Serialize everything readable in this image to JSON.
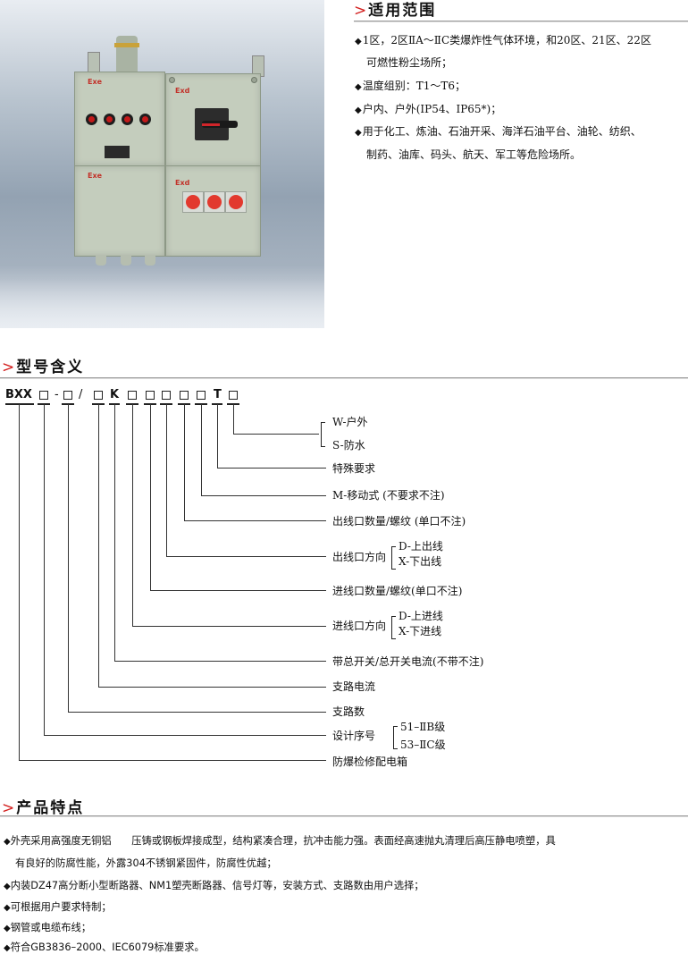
{
  "photo": {
    "alt": "防爆检修配电箱 product photo",
    "labels": [
      "Exe",
      "Exd",
      "Exe",
      "Exd"
    ]
  },
  "scope": {
    "title": "适用范围",
    "bullet_icon": "◆",
    "items": [
      {
        "line1": "1区，2区ⅡA～ⅡC类爆炸性气体环境，和20区、21区、22区",
        "line2": "可燃性粉尘场所；"
      },
      {
        "line1": "温度组别：T1～T6；",
        "line2": ""
      },
      {
        "line1": "户内、户外(IP54、IP65*)；",
        "line2": ""
      },
      {
        "line1": "用于化工、炼油、石油开采、海洋石油平台、油轮、纺织、",
        "line2": "制药、油库、码头、航天、军工等危险场所。"
      }
    ]
  },
  "model": {
    "title": "型号含义",
    "code_parts": [
      "BXX",
      "□",
      "-",
      "□",
      "/",
      "□",
      "K",
      "□",
      "□",
      "□",
      "□",
      "□",
      "T",
      "□"
    ],
    "prefix": "BXX",
    "k": "K",
    "t": "T",
    "dash": "-",
    "slash": "/",
    "labels": [
      {
        "text": "W-户外"
      },
      {
        "text": "S-防水"
      },
      {
        "text": "特殊要求"
      },
      {
        "text": "M-移动式 (不要求不注)"
      },
      {
        "text": "出线口数量/螺纹 (单口不注)"
      },
      {
        "text": "出线口方向",
        "options": [
          "D-上出线",
          "X-下出线"
        ]
      },
      {
        "text": "进线口数量/螺纹(单口不注)"
      },
      {
        "text": "进线口方向",
        "options": [
          "D-上进线",
          "X-下进线"
        ]
      },
      {
        "text": "带总开关/总开关电流(不带不注)"
      },
      {
        "text": "支路电流"
      },
      {
        "text": "支路数"
      },
      {
        "text": "设计序号",
        "options": [
          "51–ⅡB级",
          "53–ⅡC级"
        ]
      },
      {
        "text": "防爆检修配电箱"
      }
    ]
  },
  "features": {
    "title": "产品特点",
    "bullet_icon": "◆",
    "items": [
      {
        "line1": "外壳采用高强度无铜铝　　压铸或钢板焊接成型，结构紧凑合理，抗冲击能力强。表面经高速抛丸清理后高压静电喷塑，具",
        "line2": "有良好的防腐性能，外露304不锈钢紧固件，防腐性优越；"
      },
      {
        "line1": "内装DZ47高分断小型断路器、NM1塑壳断路器、信号灯等，安装方式、支路数由用户选择；",
        "line2": ""
      },
      {
        "line1": "可根据用户要求特制；",
        "line2": ""
      },
      {
        "line1": "钢管或电缆布线；",
        "line2": ""
      },
      {
        "line1": "符合GB3836–2000、IEC6079标准要求。",
        "line2": ""
      }
    ]
  },
  "colors": {
    "heading_arrow": "#d3201f",
    "rule": "#9a9a9a",
    "enclosure": "#c4cdbd",
    "photo_bg": "#93a2b2"
  }
}
